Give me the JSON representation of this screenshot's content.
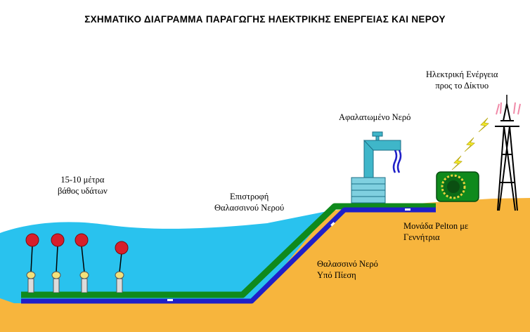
{
  "title": "ΣΧΗΜΑΤΙΚΟ ΔΙΑΓΡΑΜΜΑ ΠΑΡΑΓΩΓΗΣ ΗΛΕΚΤΡΙΚΗΣ ΕΝΕΡΓΕΙΑΣ ΚΑΙ ΝΕΡΟΥ",
  "labels": {
    "depth": [
      "15-10 μέτρα",
      "βάθος υδάτων"
    ],
    "return_water": [
      "Επιστροφή",
      "Θαλασσινού Νερού"
    ],
    "desalinated": [
      "Αφαλατωμένο Νερό"
    ],
    "electric": [
      "Ηλεκτρική Ενέργεια",
      "προς το Δίκτυο"
    ],
    "pelton": [
      "Μονάδα Pelton με",
      "Γεννήτρια"
    ],
    "pressurized": [
      "Θαλασσινό Νερό",
      "Υπό Πίεση"
    ]
  },
  "colors": {
    "sea": "#29c2ee",
    "ground": "#f7b53d",
    "green_pipe": "#0f8a1c",
    "blue_pipe": "#1f1fc8",
    "buoy": "#d81e2a",
    "float_yellow": "#f3e17a",
    "tap": "#3fb6c9",
    "lightning": "#f3ea2a",
    "tower": "#000000",
    "tower_glow": "#f08aa8"
  },
  "icons": [
    "buoy-icon",
    "wave-energy-converter-icon",
    "water-tap-icon",
    "pelton-turbine-icon",
    "lightning-icon",
    "pylon-icon"
  ]
}
